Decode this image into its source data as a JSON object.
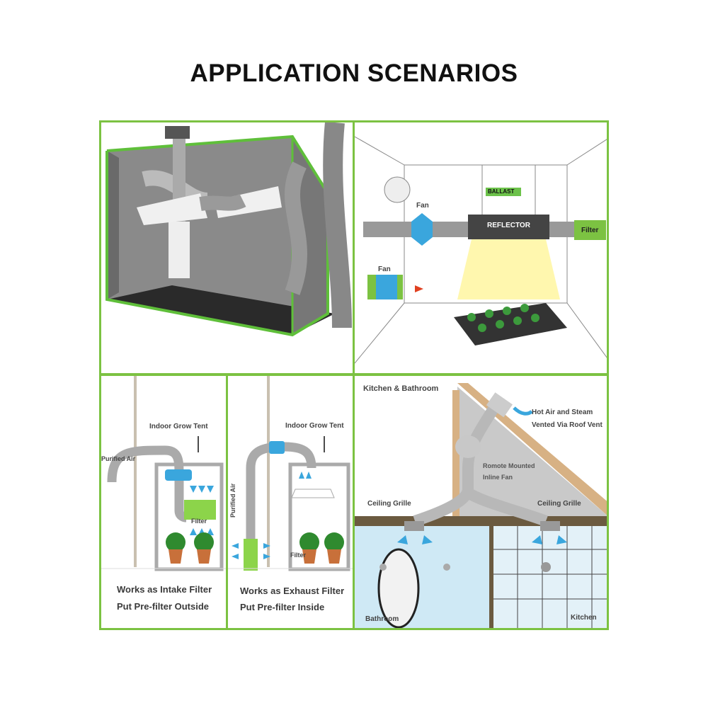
{
  "title": "APPLICATION SCENARIOS",
  "colors": {
    "border": "#7cc242",
    "accent_blue": "#3aa6dd",
    "filter_green": "#8cd44a"
  },
  "panels": {
    "grow_tent": {},
    "grow_room": {
      "fan_top": "Fan",
      "fan_bottom": "Fan",
      "ballast": "BALLAST",
      "reflector": "REFLECTOR",
      "filter": "Filter"
    },
    "intake": {
      "tent_label": "Indoor Grow Tent",
      "purified_air": "Purified Air",
      "filter": "Filter",
      "caption_line1": "Works as Intake Filter",
      "caption_line2": "Put Pre-filter Outside"
    },
    "exhaust": {
      "tent_label": "Indoor Grow Tent",
      "purified_air": "Purified Air",
      "filter": "Filter",
      "caption_line1": "Works as Exhaust Filter",
      "caption_line2": "Put Pre-filter Inside"
    },
    "kitchen_bath": {
      "heading": "Kitchen & Bathroom",
      "hot_air_line1": "Hot Air and Steam",
      "hot_air_line2": "Vented Via Roof Vent",
      "fan_line1": "Romote Mounted",
      "fan_line2": "Inline Fan",
      "grille_left": "Ceiling Grille",
      "grille_right": "Ceiling Grille",
      "bathroom": "Bathroom",
      "kitchen": "Kitchen"
    }
  }
}
